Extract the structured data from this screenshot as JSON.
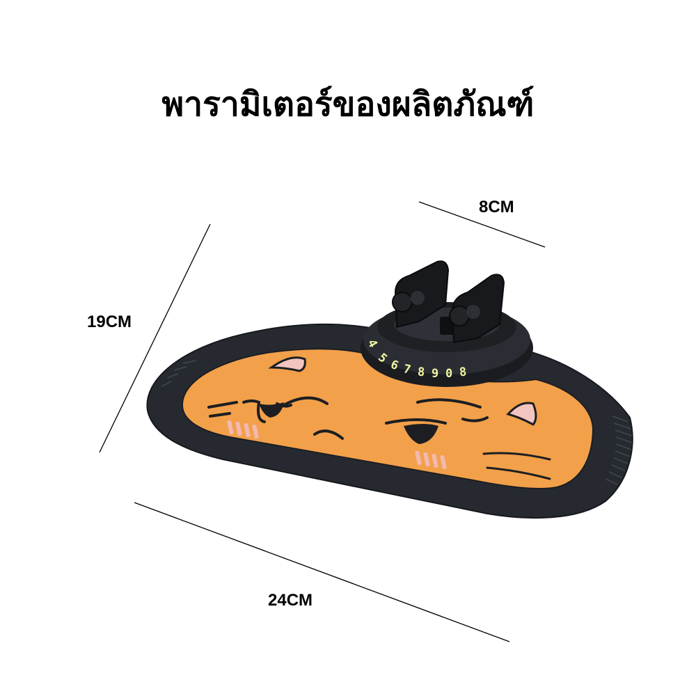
{
  "title": "พารามิเตอร์ของผลิตภัณฑ์",
  "dimensions": {
    "depth_label": "8CM",
    "height_label": "19CM",
    "width_label": "24CM"
  },
  "product": {
    "plate_digits": [
      "4",
      "5",
      "6",
      "7",
      "8",
      "9",
      "0",
      "8"
    ]
  },
  "colors": {
    "mat": "#262a30",
    "face": "#f2a04a",
    "digits": "#f0f5a0"
  }
}
